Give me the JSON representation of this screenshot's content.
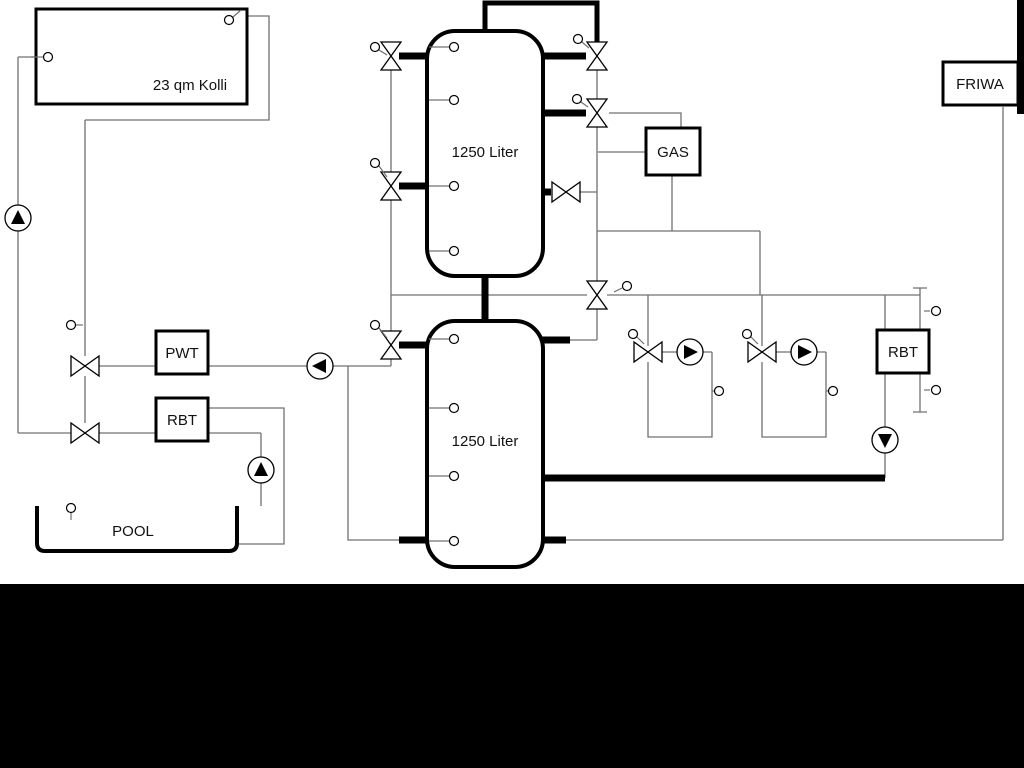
{
  "labels": {
    "collector": "23 qm Kolli",
    "tank_upper": "1250 Liter",
    "tank_lower": "1250 Liter",
    "boiler": "GAS",
    "fresh_water_station": "FRIWA",
    "heat_exchanger_pwt": "PWT",
    "heat_exchanger_rbt_left": "RBT",
    "heat_exchanger_rbt_right": "RBT",
    "pool": "POOL"
  },
  "icons": {
    "pump": "circle-with-filled-triangle",
    "valve": "bowtie-three-way-valve",
    "sensor": "small-circle-with-tick"
  },
  "colors": {
    "background": "#ffffff",
    "letterbox": "#000000",
    "pipe_thick": "#000000",
    "pipe_thin": "#707070",
    "component_stroke": "#000000"
  }
}
